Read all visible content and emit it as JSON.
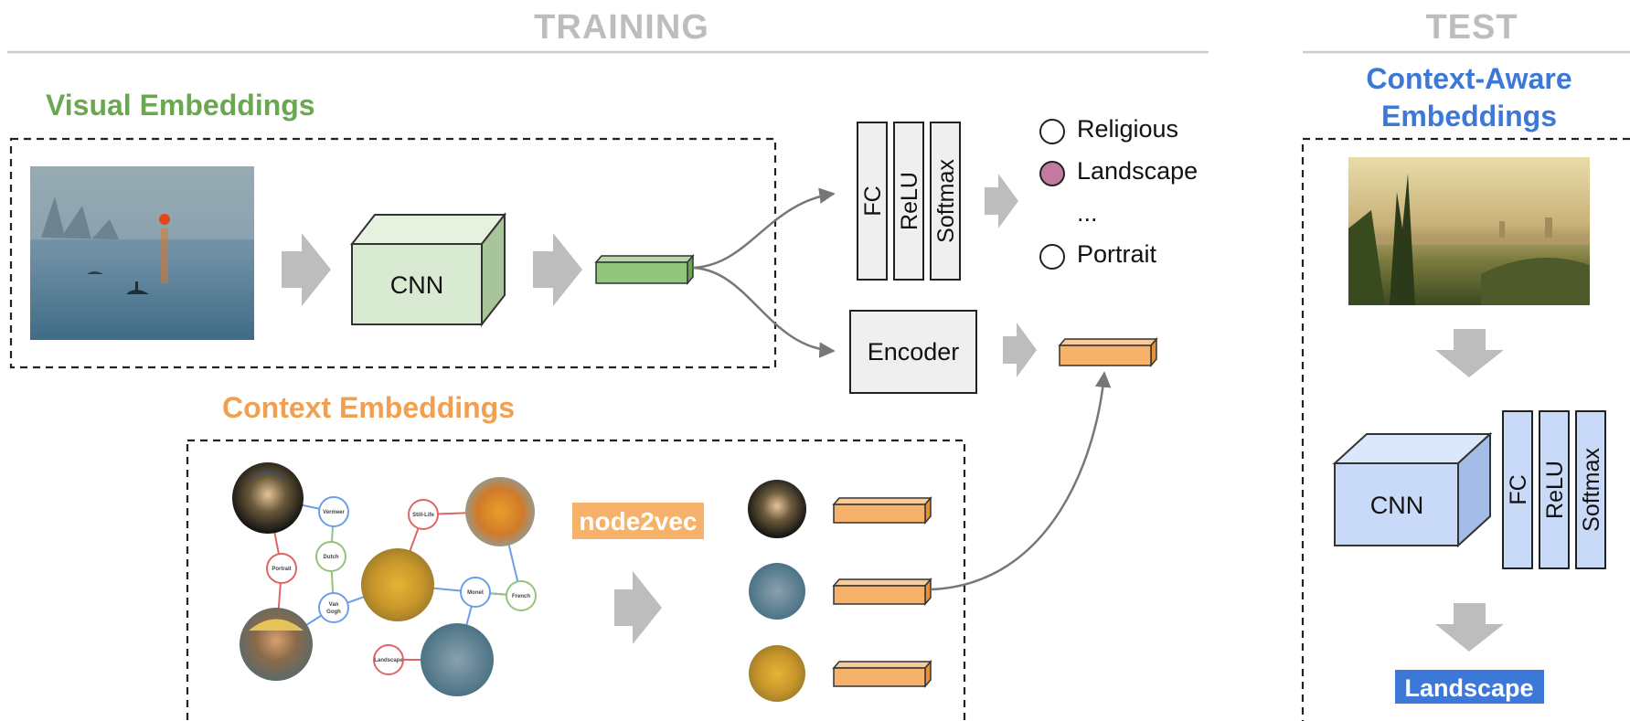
{
  "headers": {
    "training": "TRAINING",
    "test": "TEST"
  },
  "sections": {
    "visual": "Visual Embeddings",
    "context": "Context Embeddings",
    "context_aware_line1": "Context-Aware",
    "context_aware_line2": "Embeddings"
  },
  "blocks": {
    "cnn": "CNN",
    "fc": "FC",
    "relu": "ReLU",
    "softmax": "Softmax",
    "encoder": "Encoder",
    "node2vec": "node2vec"
  },
  "classes": [
    {
      "label": "Religious",
      "selected": false
    },
    {
      "label": "Landscape",
      "selected": true
    },
    {
      "label": "...",
      "selected": false,
      "ellipsis": true
    },
    {
      "label": "Portrait",
      "selected": false
    }
  ],
  "graph_nodes": {
    "vermeer": "Vermeer",
    "dutch": "Dutch",
    "portrait": "Portrait",
    "van_gogh_1": "Van",
    "van_gogh_2": "Gogh",
    "still_life": "Still-Life",
    "monet": "Monet",
    "french": "French",
    "landscape": "Landscape"
  },
  "test_output": "Landscape",
  "colors": {
    "visual_green": "#6aa84f",
    "context_orange": "#f0a050",
    "aware_blue": "#3c78d8",
    "header_gray": "#bdbdbd",
    "cnn_green": "#d9ead3",
    "cnn_blue": "#c9daf8",
    "embed_orange": "#f6b26b",
    "embed_green": "#93c47d",
    "selected_purple": "#c27ba0"
  },
  "icons": {
    "painting": "painting-thumbnail",
    "arrow": "gray-block-arrow"
  }
}
